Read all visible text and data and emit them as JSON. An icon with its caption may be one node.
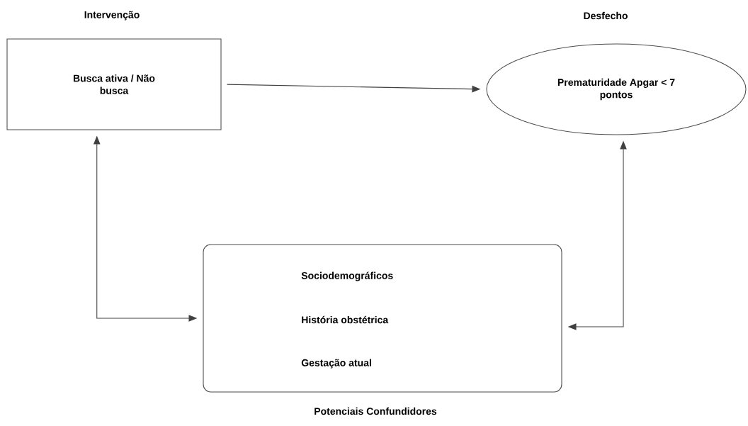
{
  "diagram": {
    "nodes": [
      {
        "text": [
          "Intervenção",
          "Busca ativa / Não busca"
        ]
      },
      {
        "text": [
          "Desfecho",
          "Prematuridade Apgar < 7 pontos"
        ]
      },
      {
        "text": [
          "Sociodemográficos",
          "História obstétrica",
          "Gestação atual",
          "Potenciais Confundidores"
        ]
      }
    ],
    "edges": [
      {
        "from": 0,
        "to": 1,
        "arrow": "to"
      },
      {
        "from": 0,
        "to": 2,
        "arrow": "both"
      },
      {
        "from": 1,
        "to": 2,
        "arrow": "both"
      }
    ]
  }
}
